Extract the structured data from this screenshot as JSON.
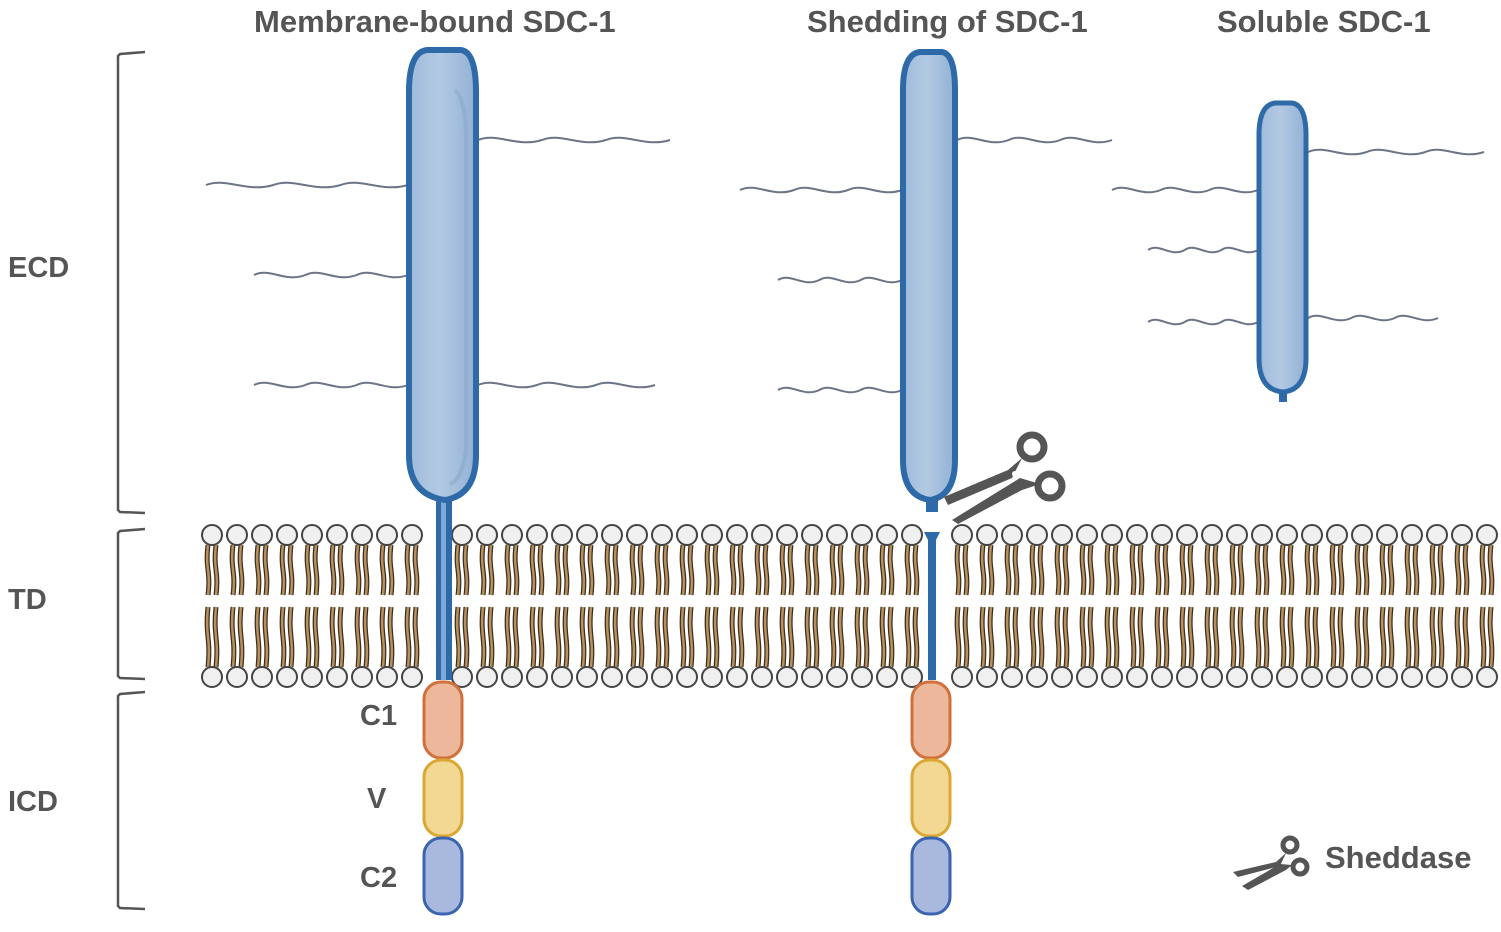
{
  "titles": {
    "membrane_bound": "Membrane-bound SDC-1",
    "shedding": "Shedding of SDC-1",
    "soluble": "Soluble SDC-1"
  },
  "regions": {
    "ecd": "ECD",
    "td": "TD",
    "icd": "ICD"
  },
  "domains": {
    "c1": "C1",
    "v": "V",
    "c2": "C2"
  },
  "legend": {
    "icon": "scissors-icon",
    "label": "Sheddase"
  },
  "colors": {
    "protein_fill": "#a9c3df",
    "protein_stroke": "#2f6aa8",
    "chain": "#6b7585",
    "lipid_head_fill": "#f0f0f0",
    "lipid_head_stroke": "#444444",
    "lipid_tail": "#b8915c",
    "c1_fill": "#ecb79b",
    "c1_stroke": "#d0703a",
    "v_fill": "#f3d894",
    "v_stroke": "#d9a732",
    "c2_fill": "#a9b9de",
    "c2_stroke": "#3b63b0",
    "text": "#555555",
    "scissors": "#555555"
  }
}
